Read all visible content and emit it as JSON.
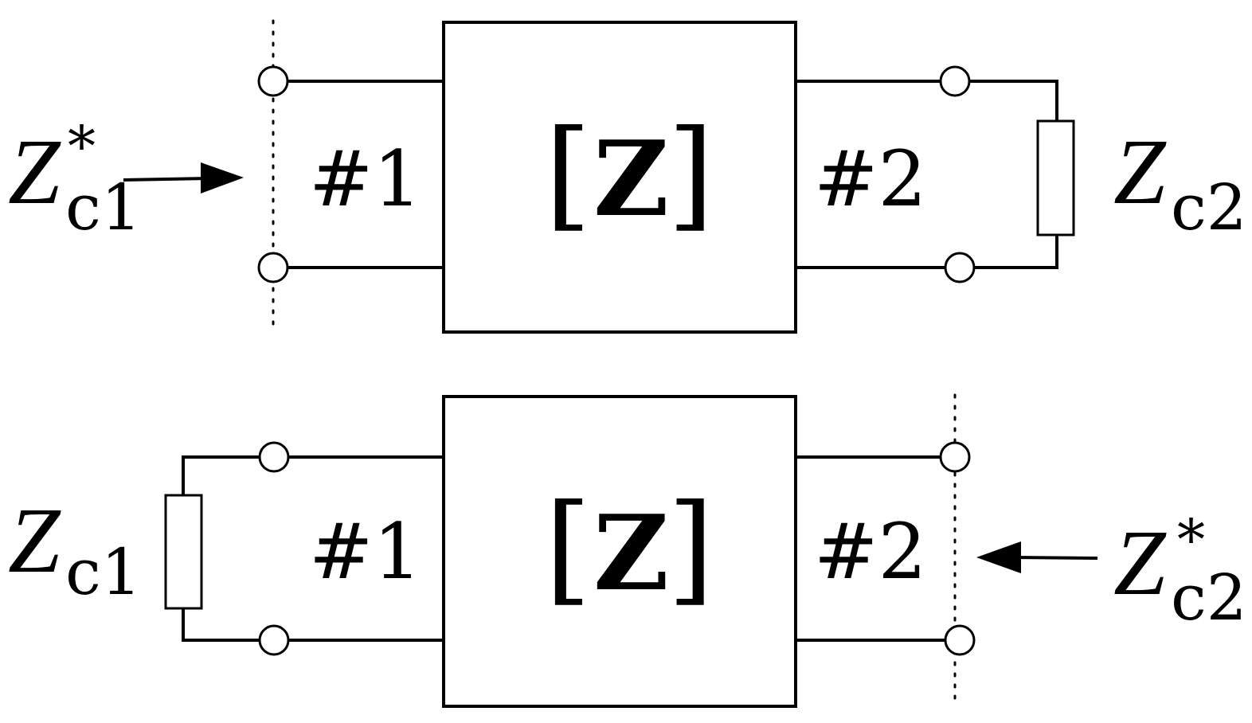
{
  "diagrams": [
    {
      "network_label_bracket_open": "[",
      "network_label_symbol": "Z",
      "network_label_bracket_close": "]",
      "port1_label": "#1",
      "port2_label": "#2",
      "left_impedance": {
        "symbol": "Z",
        "subscript": "c1",
        "superscript": "*"
      },
      "right_impedance": {
        "symbol": "Z",
        "subscript": "c2",
        "superscript": ""
      }
    },
    {
      "network_label_bracket_open": "[",
      "network_label_symbol": "Z",
      "network_label_bracket_close": "]",
      "port1_label": "#1",
      "port2_label": "#2",
      "left_impedance": {
        "symbol": "Z",
        "subscript": "c1",
        "superscript": ""
      },
      "right_impedance": {
        "symbol": "Z",
        "subscript": "c2",
        "superscript": "*"
      }
    }
  ]
}
